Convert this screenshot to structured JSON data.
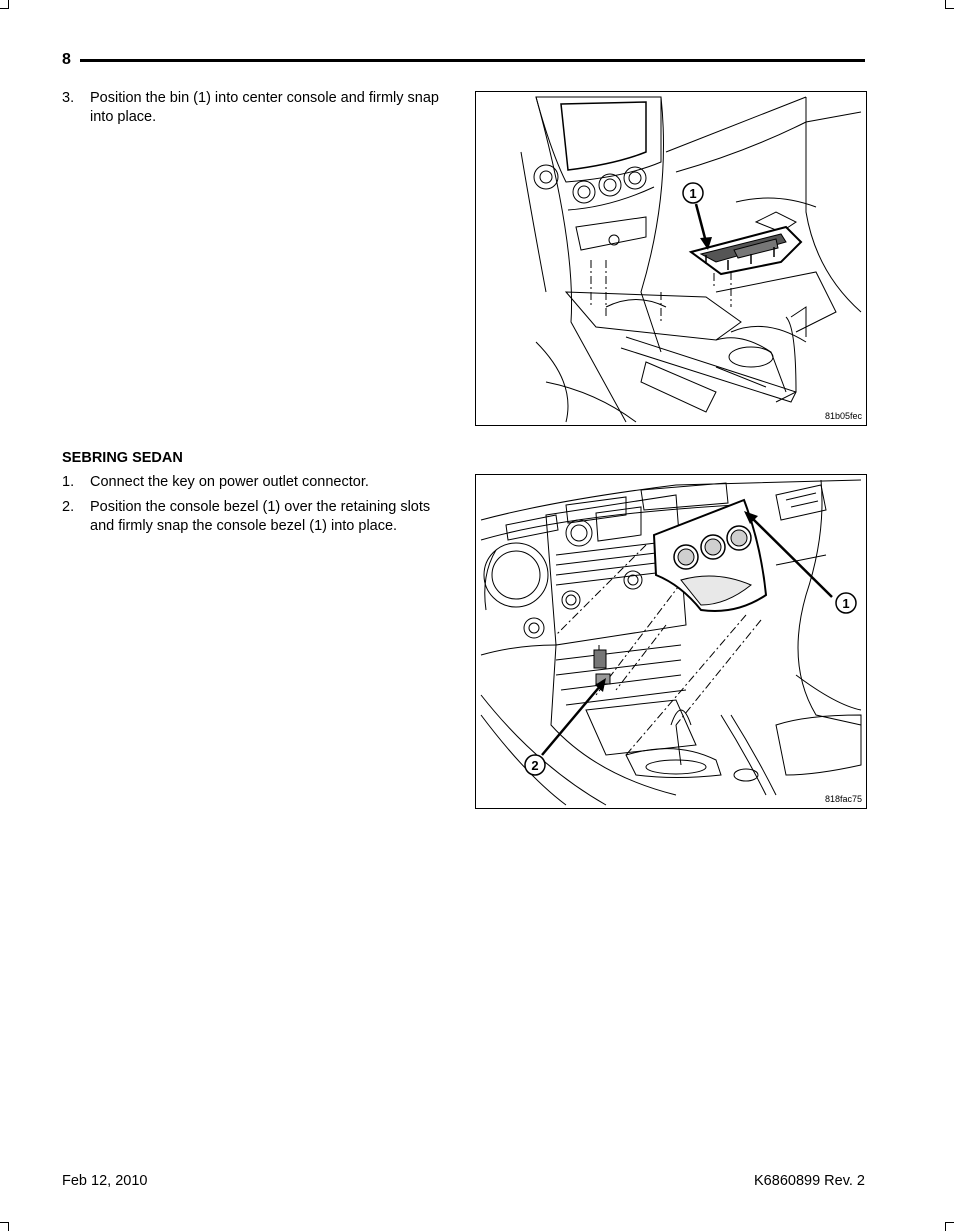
{
  "header": {
    "page_number": "8"
  },
  "section1": {
    "steps": [
      {
        "num": "3.",
        "text": "Position the bin (1) into center console and firmly snap into place."
      }
    ],
    "figure": {
      "id": "81b05fec",
      "callouts": [
        "1"
      ]
    }
  },
  "section2": {
    "heading": "SEBRING SEDAN",
    "steps": [
      {
        "num": "1.",
        "text": "Connect the key on power outlet connector."
      },
      {
        "num": "2.",
        "text": "Position the console bezel (1) over the retaining slots and firmly snap the console bezel (1) into place."
      }
    ],
    "figure": {
      "id": "818fac75",
      "callouts": [
        "1",
        "2"
      ]
    }
  },
  "footer": {
    "date": "Feb 12, 2010",
    "doc": "K6860899 Rev. 2"
  }
}
